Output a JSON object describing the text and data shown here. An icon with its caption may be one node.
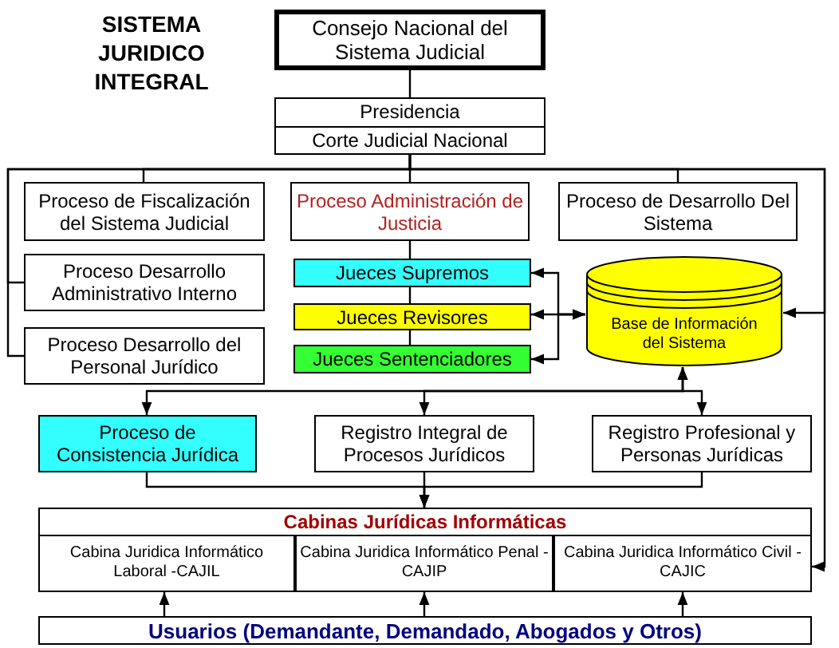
{
  "diagram": {
    "title": "SISTEMA JURIDICO INTEGRAL",
    "nodes": [
      {
        "text": [
          "Consejo Nacional del Sistema Judicial"
        ]
      },
      {
        "text": [
          "Presidencia",
          "Corte Judicial Nacional"
        ]
      },
      {
        "text": [
          "Proceso de Fiscalización del Sistema Judicial"
        ]
      },
      {
        "text": [
          "Proceso Administración de Justicia"
        ]
      },
      {
        "text": [
          "Proceso de Desarrollo Del Sistema"
        ]
      },
      {
        "text": [
          "Proceso Desarrollo Administrativo Interno"
        ]
      },
      {
        "text": [
          "Proceso Desarrollo del Personal Jurídico"
        ]
      },
      {
        "text": [
          "Jueces Supremos"
        ]
      },
      {
        "text": [
          "Jueces Revisores"
        ]
      },
      {
        "text": [
          "Jueces Sentenciadores"
        ]
      },
      {
        "text": [
          "Base de Información del Sistema"
        ]
      },
      {
        "text": [
          "Proceso de Consistencia Jurídica"
        ]
      },
      {
        "text": [
          "Registro Integral de Procesos Jurídicos"
        ]
      },
      {
        "text": [
          "Registro Profesional y Personas Jurídicas"
        ]
      },
      {
        "text": [
          "Cabinas Jurídicas Informáticas"
        ]
      },
      {
        "text": [
          "Cabina Juridica Informático Laboral -CAJIL"
        ],
        "in": 14
      },
      {
        "text": [
          "Cabina Juridica Informático Penal - CAJIP"
        ],
        "in": 14
      },
      {
        "text": [
          "Cabina Juridica Informático Civil - CAJIC"
        ],
        "in": 14
      },
      {
        "text": [
          "Usuarios (Demandante, Demandado, Abogados y Otros)"
        ]
      }
    ],
    "edges": [
      {
        "from": 0,
        "to": 1,
        "arrow": "none"
      },
      {
        "from": 1,
        "to": 2,
        "arrow": "none"
      },
      {
        "from": 1,
        "to": 3,
        "arrow": "none"
      },
      {
        "from": 1,
        "to": 4,
        "arrow": "none"
      },
      {
        "from": 1,
        "to": 5,
        "arrow": "none"
      },
      {
        "from": 1,
        "to": 6,
        "arrow": "none"
      },
      {
        "from": 1,
        "to": 17,
        "arrow": "to"
      },
      {
        "from": 1,
        "to": 10,
        "arrow": "to"
      },
      {
        "from": 3,
        "to": 7,
        "arrow": "none"
      },
      {
        "from": 7,
        "to": 8,
        "arrow": "none"
      },
      {
        "from": 8,
        "to": 9,
        "arrow": "none"
      },
      {
        "from": 10,
        "to": 7,
        "arrow": "both"
      },
      {
        "from": 10,
        "to": 8,
        "arrow": "both"
      },
      {
        "from": 10,
        "to": 9,
        "arrow": "both"
      },
      {
        "from": 10,
        "to": 11,
        "arrow": "both"
      },
      {
        "from": 10,
        "to": 12,
        "arrow": "both"
      },
      {
        "from": 10,
        "to": 13,
        "arrow": "both"
      },
      {
        "from": 11,
        "to": 14,
        "arrow": "to"
      },
      {
        "from": 12,
        "to": 14,
        "arrow": "to"
      },
      {
        "from": 13,
        "to": 14,
        "arrow": "to"
      },
      {
        "from": 18,
        "to": 15,
        "arrow": "to"
      },
      {
        "from": 18,
        "to": 16,
        "arrow": "to"
      },
      {
        "from": 18,
        "to": 17,
        "arrow": "to"
      }
    ]
  }
}
